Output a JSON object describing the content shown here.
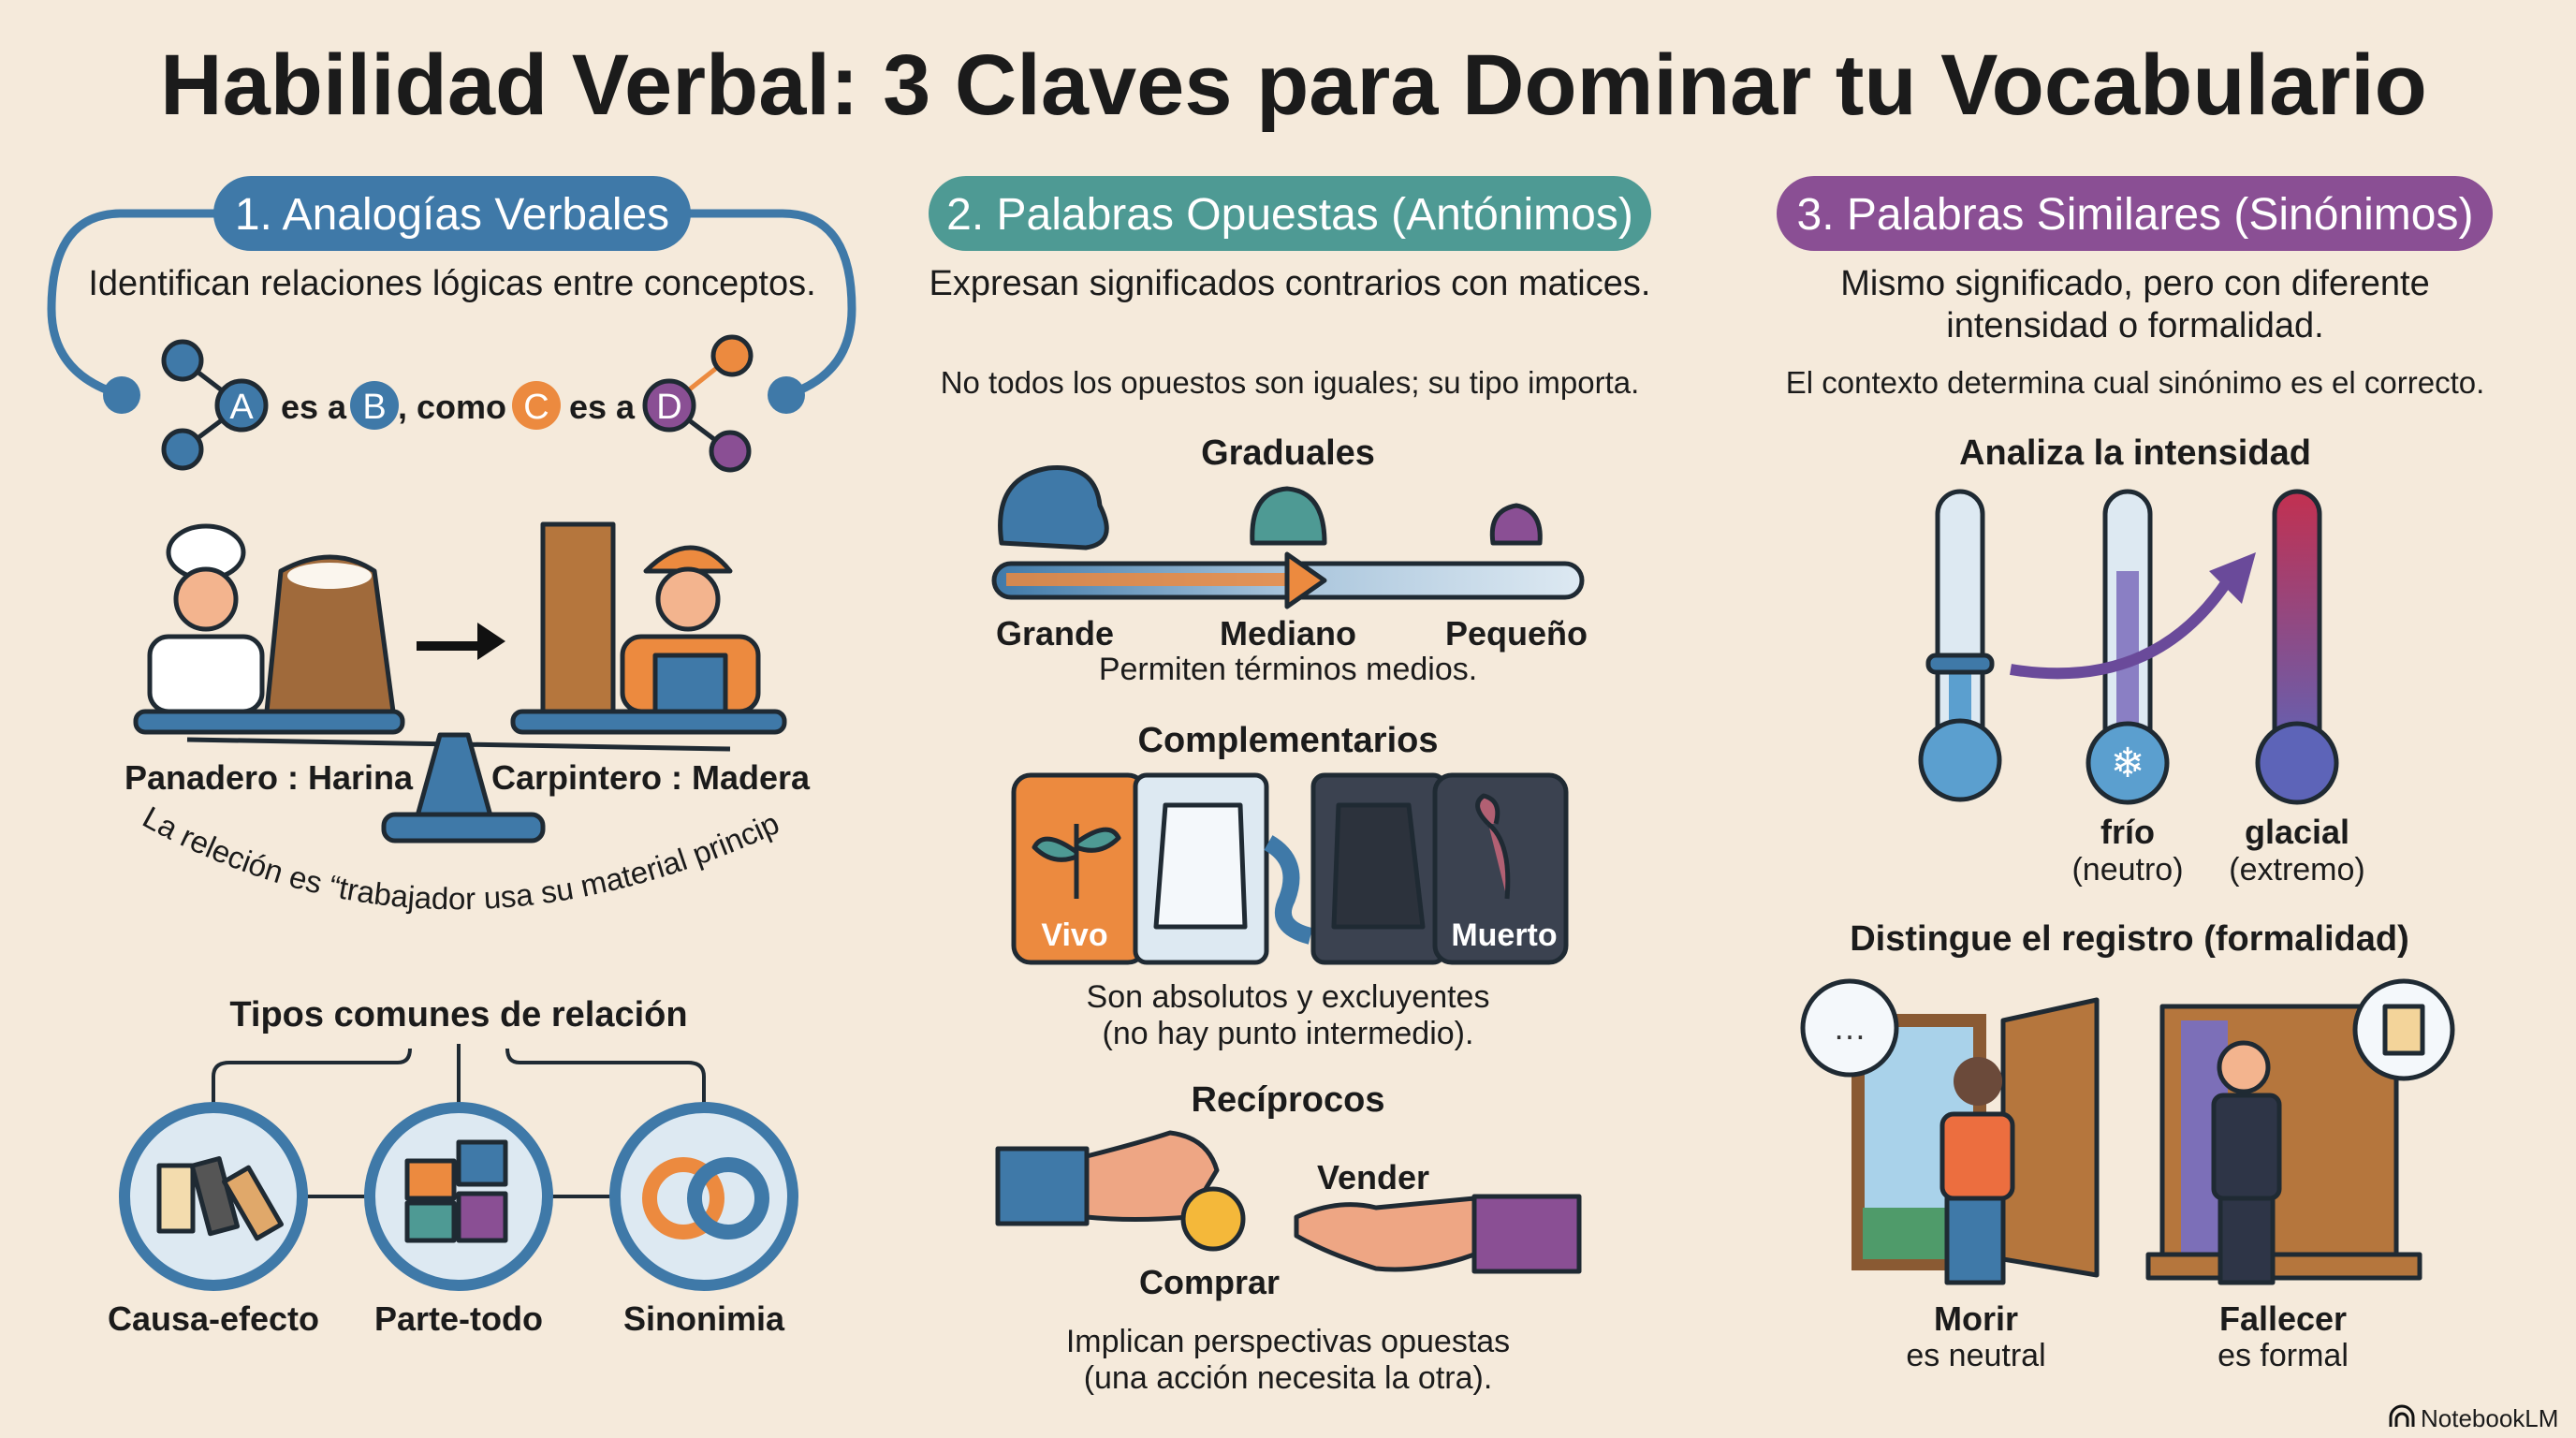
{
  "title": "Habilidad Verbal: 3 Claves para Dominar tu Vocabulario",
  "colors": {
    "background": "#f5eadb",
    "blue": "#3f79a8",
    "teal": "#4e9a94",
    "purple": "#8a4f94",
    "orange": "#ec8a3f"
  },
  "col1": {
    "pill": "1. Analogías Verbales",
    "subtitle": "Identifican relaciones lógicas entre conceptos.",
    "formula": {
      "a": "A",
      "es_a_1": "es a",
      "b": "B",
      "como": ", como",
      "c": "C",
      "es_a_2": "es a",
      "d": "D"
    },
    "left_pair": "Panadero : Harina",
    "right_pair": "Carpintero : Madera",
    "relation_note": "La releción es “trabajador usa su material principal” .",
    "types_heading": "Tipos comunes de relación",
    "types": [
      {
        "label": "Causa-efecto",
        "icon": "dominoes-icon"
      },
      {
        "label": "Parte-todo",
        "icon": "puzzle-icon"
      },
      {
        "label": "Sinonimia",
        "icon": "interlocked-rings-icon"
      }
    ]
  },
  "col2": {
    "pill": "2. Palabras Opuestas (Antónimos)",
    "subtitle": "Expresan significados contrarios con matices.",
    "note": "No todos los opuestos son iguales; su tipo importa.",
    "graduales": {
      "heading": "Graduales",
      "labels": [
        "Grande",
        "Mediano",
        "Pequeño"
      ],
      "caption": "Permiten términos medios."
    },
    "complementarios": {
      "heading": "Complementarios",
      "left": "Vivo",
      "right": "Muerto",
      "caption": [
        "Son absolutos y excluyentes",
        "(no hay punto intermedio)."
      ]
    },
    "reciprocos": {
      "heading": "Recíprocos",
      "vender": "Vender",
      "comprar": "Comprar",
      "caption": [
        "Implican perspectivas opuestas",
        "(una acción necesita la otra)."
      ]
    }
  },
  "col3": {
    "pill": "3. Palabras Similares (Sinónimos)",
    "subtitle": [
      "Mismo significado, pero con diferente",
      "intensidad o formalidad."
    ],
    "note": "El contexto determina cual sinónimo es el correcto.",
    "intensity": {
      "heading": "Analiza la intensidad",
      "items": [
        {
          "word": "frío",
          "tag": "(neutro)"
        },
        {
          "word": "glacial",
          "tag": "(extremo)"
        }
      ]
    },
    "register": {
      "heading": "Distingue el registro (formalidad)",
      "items": [
        {
          "word": "Morir",
          "tag": "es neutral"
        },
        {
          "word": "Fallecer",
          "tag": "es formal"
        }
      ]
    }
  },
  "watermark": "NotebookLM"
}
